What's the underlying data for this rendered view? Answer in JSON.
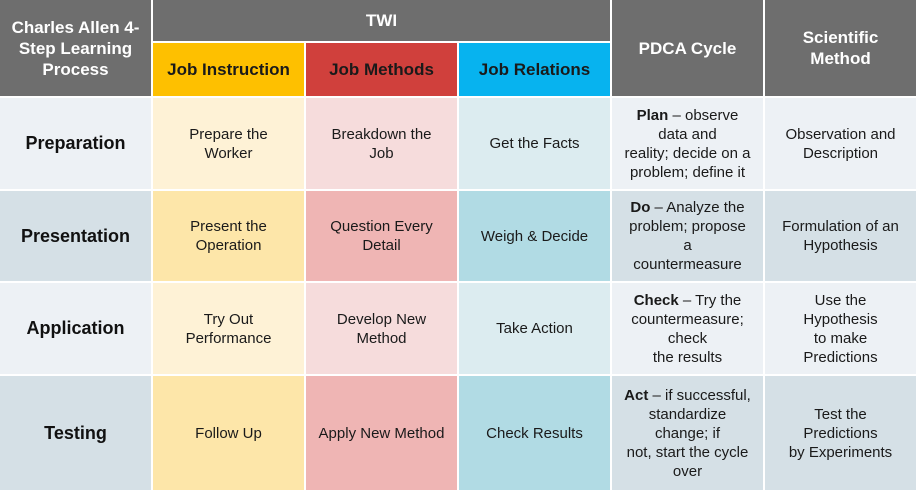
{
  "header": {
    "col1": "Charles Allen 4-Step Learning Process",
    "twi": "TWI",
    "job_instruction": "Job Instruction",
    "job_methods": "Job Methods",
    "job_relations": "Job Relations",
    "pdca": "PDCA Cycle",
    "scientific": "Scientific Method"
  },
  "rows": [
    {
      "step": "Preparation",
      "ji": "Prepare the\nWorker",
      "jm": "Breakdown the\nJob",
      "jr": "Get the Facts",
      "pdca_key": "Plan",
      "pdca_text": " – observe\ndata and\nreality; decide on a\nproblem; define it",
      "sci": "Observation and\nDescription"
    },
    {
      "step": "Presentation",
      "ji": "Present the\nOperation",
      "jm": "Question Every\nDetail",
      "jr": "Weigh & Decide",
      "pdca_key": "Do",
      "pdca_text": " – Analyze the\nproblem; propose\na\ncountermeasure",
      "sci": "Formulation of an\nHypothesis"
    },
    {
      "step": "Application",
      "ji": "Try Out\nPerformance",
      "jm": "Develop New\nMethod",
      "jr": "Take Action",
      "pdca_key": "Check",
      "pdca_text": " – Try the\ncountermeasure;\ncheck\nthe results",
      "sci": "Use the\nHypothesis\nto make\nPredictions"
    },
    {
      "step": "Testing",
      "ji": "Follow Up",
      "jm": "Apply New Method",
      "jr": "Check Results",
      "pdca_key": "Act",
      "pdca_text": " – if successful,\nstandardize\nchange; if\nnot, start the cycle\nover",
      "sci": "Test the\nPredictions\nby Experiments"
    }
  ]
}
